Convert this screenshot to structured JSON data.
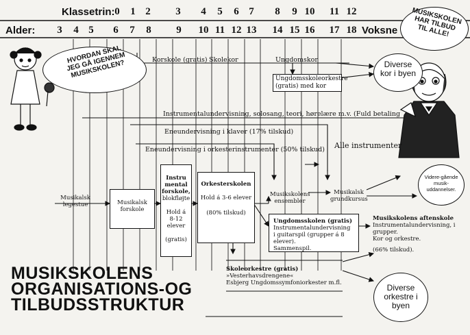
{
  "header": {
    "grade_label": "Klassetrin:",
    "age_label": "Alder:",
    "grades": [
      "0",
      "1",
      "2",
      "3",
      "4",
      "5",
      "6",
      "7",
      "8",
      "9",
      "10",
      "11",
      "12"
    ],
    "ages": [
      "3",
      "4",
      "5",
      "6",
      "7",
      "8",
      "9",
      "10",
      "11",
      "12",
      "13",
      "14",
      "15",
      "16",
      "17",
      "18"
    ],
    "adult_label": "Voksne"
  },
  "speech": {
    "girl": "HVORDAN SKAL JEG GÅ IGENNEM MUSIKSKOLEN?",
    "man": "MUSIKSKOLEN HAR TILBUD TIL ALLE!"
  },
  "choir": {
    "korskole": "Korskole (gratis)",
    "skolekor": "Skolekor",
    "ungdomskor": "Ungdomskor",
    "orchestra_line1": "Ungdomsskoleorkestre",
    "orchestra_line2": "(gratis) med kor"
  },
  "bubbles": {
    "kor": "Diverse kor i byen",
    "orkestre": "Diverse orkestre i byen",
    "videre": "Videre-gående musik-uddannelser."
  },
  "streams": {
    "instrumental": "Instrumentalundervisning, solosang, teori, hørelære m.v. (Fuld betaling",
    "klaver": "Eneundervisning i klaver (17% tilskud)",
    "orkesterinstr": "Eneundervisning i orkesterinstrumenter (50% tilskud)",
    "alle": "Alle instrumenter"
  },
  "boxes": {
    "legestue": [
      "Musikalsk",
      "legestue"
    ],
    "forskole": [
      "Musikalsk",
      "forskole"
    ],
    "instr_forskole": [
      "Instru",
      "mental",
      "forskole,",
      "blokfløjte",
      "",
      "Hold á",
      "8-12 elever",
      "",
      "(gratis)"
    ],
    "orkesterskolen": [
      "Orkesterskolen",
      "Hold á 3-6 elever",
      "(80% tilskud)"
    ],
    "ensembler": [
      "Musikskolens",
      "ensembler"
    ],
    "grundkursus": [
      "Musikalsk",
      "grundkursus"
    ],
    "ungdomsskolen": [
      "Ungdomsskolen (gratis)",
      "Instrumentalundervisning",
      "i guitarspil (grupper á 8 elever).",
      "Sammenspil."
    ],
    "aftenskole": [
      "Musikskolens aftenskole",
      "Instrumentalundervisning, i grupper.",
      "Kor og orkestre.",
      "(66% tilskud)."
    ]
  },
  "skoleorkestre": [
    "Skoleorkestre (gratis)",
    "»Vesterhavsdrengene«",
    "Esbjerg Ungdomssymfoniorkester m.fl."
  ],
  "title": [
    "MUSIKSKOLENS",
    "ORGANISATIONS-OG",
    "TILBUDSSTRUKTUR"
  ]
}
